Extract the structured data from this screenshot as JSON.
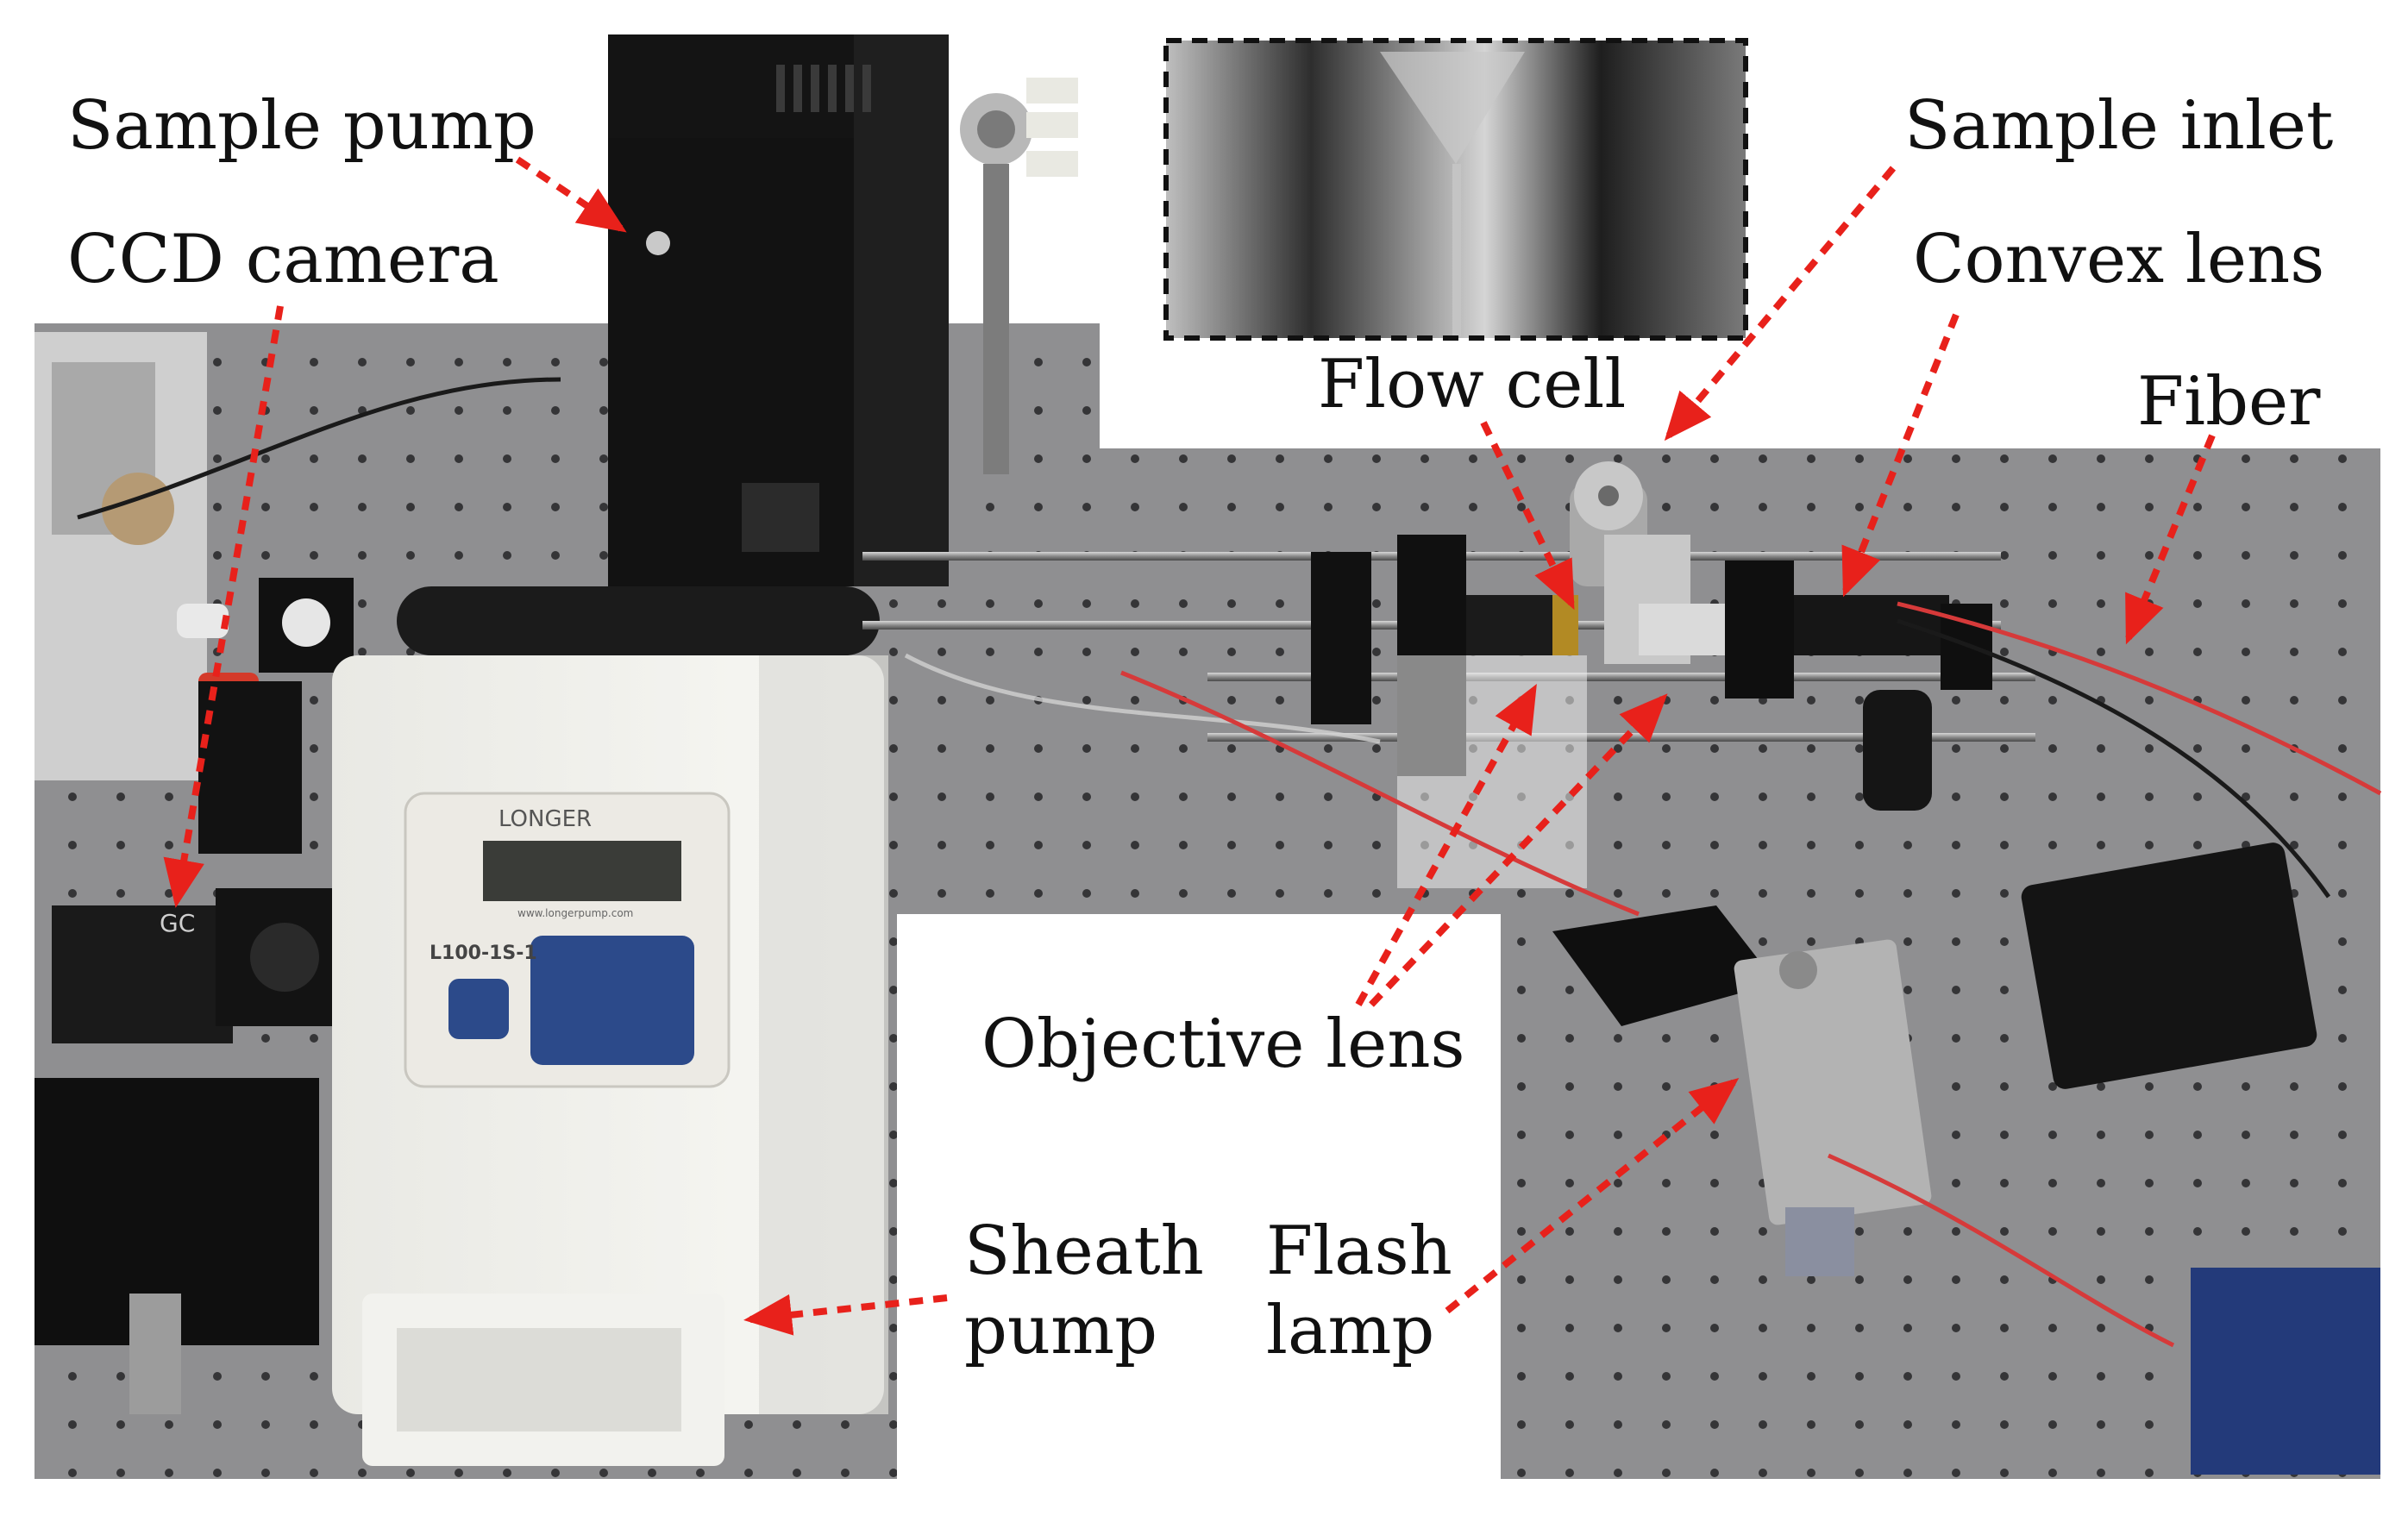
{
  "figure": {
    "labels": {
      "sample_pump": "Sample pump",
      "ccd_camera": "CCD camera",
      "sample_inlet": "Sample inlet",
      "convex_lens": "Convex lens",
      "flow_cell": "Flow cell",
      "fiber": "Fiber",
      "objective_lens": "Objective lens",
      "sheath_pump": "Sheath\npump",
      "flash_lamp": "Flash\nlamp"
    },
    "device_text": {
      "pump_brand": "LONGER",
      "pump_model": "L100-1S-1",
      "pump_url": "www.longerpump.com"
    },
    "colors": {
      "arrow": "#e8211b",
      "label_bg": "#ffffff"
    }
  }
}
